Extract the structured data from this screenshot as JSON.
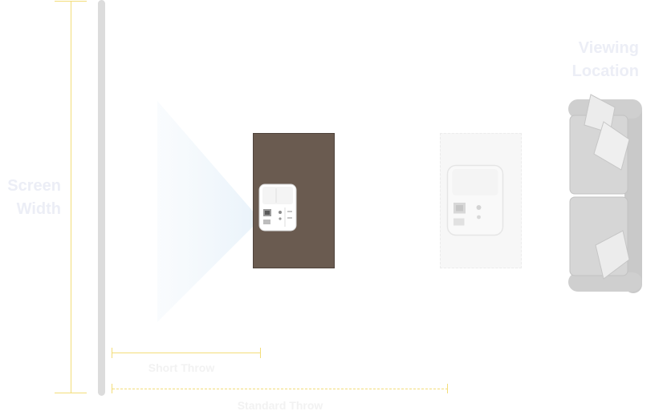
{
  "labels": {
    "screen_width_line1": "Screen",
    "screen_width_line2": "Width",
    "viewing_location_line1": "Viewing",
    "viewing_location_line2": "Location",
    "short_throw": "Short Throw",
    "standard_throw": "Standard Throw"
  },
  "icons": {
    "projector": "projector-icon",
    "ghost_projector": "projector-icon",
    "sofa": "sofa-icon",
    "beam": "light-beam-icon"
  },
  "colors": {
    "measure_line": "#f3dd7a",
    "screen": "#dcdcdc",
    "projector_cabinet": "#6a5b50",
    "label_muted": "#eceef6",
    "beam": "#eef5fb"
  }
}
